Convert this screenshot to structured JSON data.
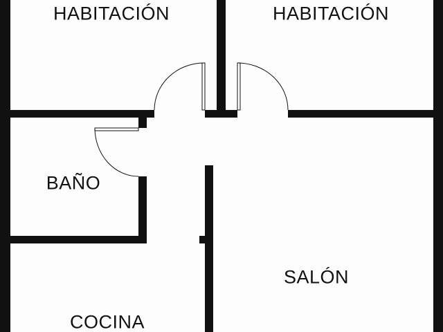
{
  "rooms": {
    "bedroom_left": "HABITACIÓN",
    "bedroom_right": "HABITACIÓN",
    "bathroom": "BAÑO",
    "living_room": "SALÓN",
    "kitchen": "COCINA"
  },
  "colors": {
    "wall": "#111111",
    "background": "#fdfdfd"
  }
}
